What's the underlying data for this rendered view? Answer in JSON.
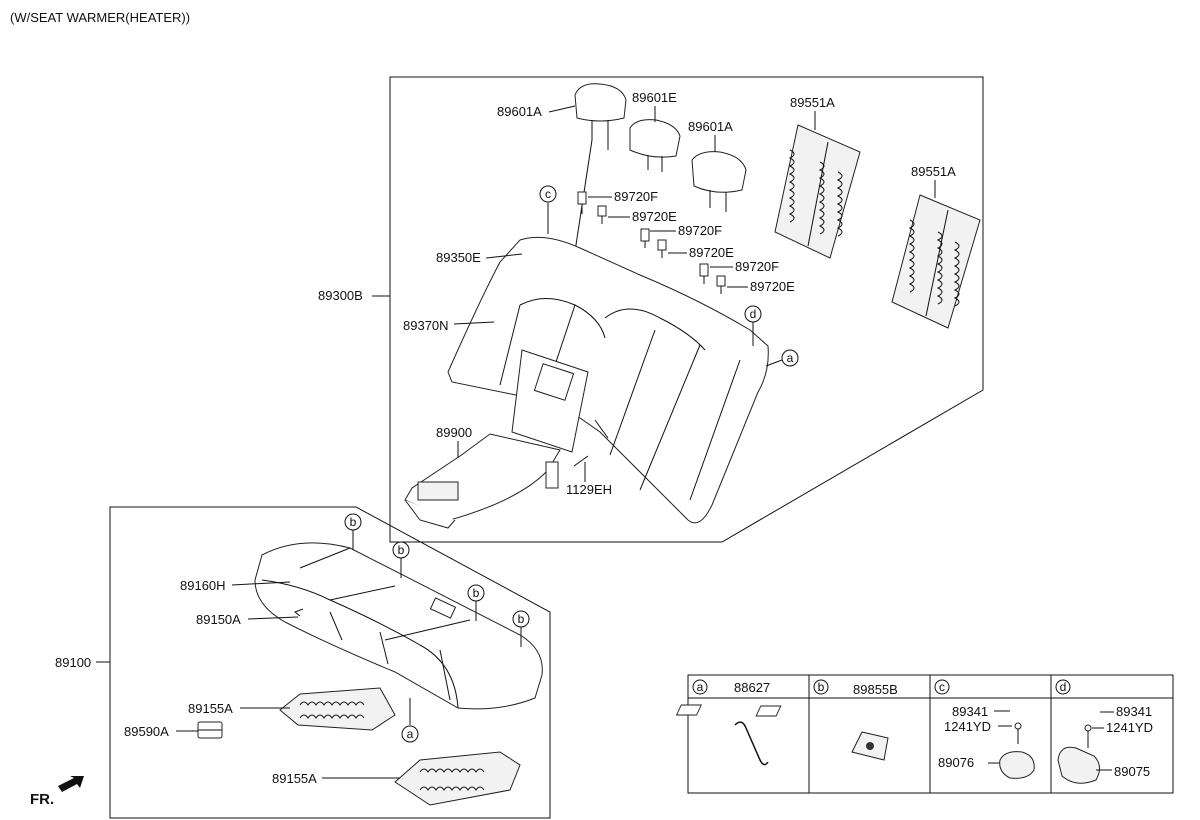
{
  "header": {
    "note": "(W/SEAT WARMER(HEATER))"
  },
  "direction": {
    "label": "FR."
  },
  "parts": {
    "headrest_a1": "89601A",
    "headrest_e": "89601E",
    "headrest_a2": "89601A",
    "heater_back_1": "89551A",
    "heater_back_2": "89551A",
    "guide_f1": "89720F",
    "guide_e1": "89720E",
    "guide_f2": "89720F",
    "guide_e2": "89720E",
    "guide_f3": "89720F",
    "guide_e3": "89720E",
    "cover_e": "89350E",
    "back_assy": "89300B",
    "back_pad": "89370N",
    "armrest": "89900",
    "bolt": "1129EH",
    "cushion_cover": "89160H",
    "cushion_pad": "89150A",
    "cushion_assy": "89100",
    "heater_cushion_1": "89155A",
    "heater_cushion_2": "89155A",
    "control_module": "89590A"
  },
  "callouts": {
    "a": "a",
    "b": "b",
    "c": "c",
    "d": "d"
  },
  "legend": [
    {
      "key": "a",
      "parts": [
        "88627"
      ]
    },
    {
      "key": "b",
      "parts": [
        "89855B"
      ]
    },
    {
      "key": "c",
      "parts": [
        "89341",
        "1241YD",
        "89076"
      ]
    },
    {
      "key": "d",
      "parts": [
        "89341",
        "1241YD",
        "89075"
      ]
    }
  ]
}
